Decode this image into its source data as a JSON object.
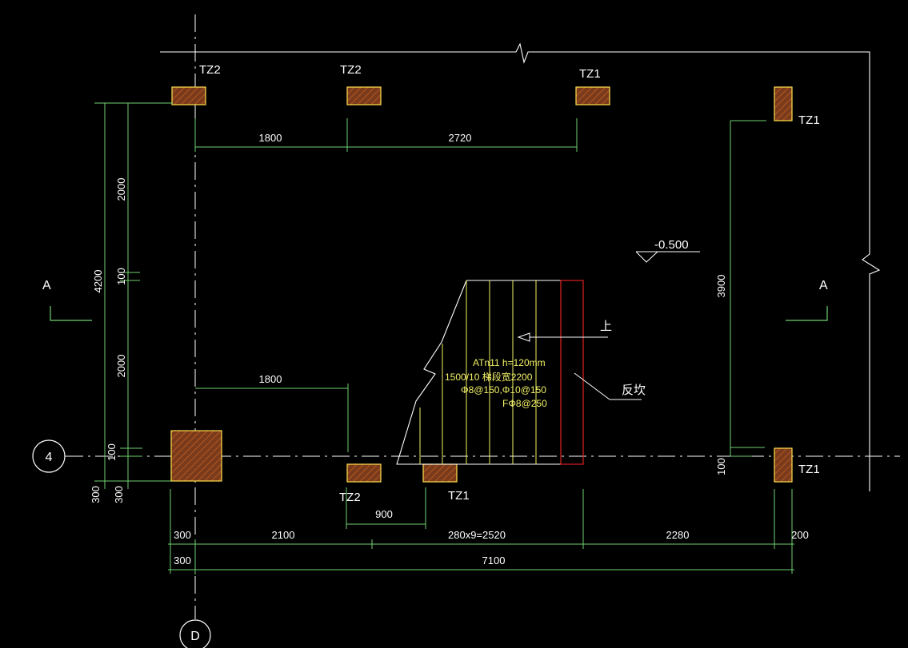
{
  "colors": {
    "background": "#000000",
    "dimension": "#6fcf6f",
    "outline": "#ffffff",
    "column_fill": "#7a3a1c",
    "column_border": "#ffe14d",
    "stair": "#f2f268",
    "stair_edge": "#e02020",
    "axis": "#ffffff"
  },
  "axes": {
    "row_4": "4",
    "col_D": "D"
  },
  "column_tags": {
    "top_left": "TZ2",
    "top_mid": "TZ2",
    "top_right": "TZ1",
    "far_right_top": "TZ1",
    "bottom_mid": "TZ2",
    "bottom_mid2": "TZ1",
    "far_right_bottom": "TZ1"
  },
  "section_marks": {
    "left": "A",
    "right": "A"
  },
  "elevation": "-0.500",
  "stair": {
    "up_arrow": "上",
    "note": "反坎",
    "spec_line1": "ATn11 h=120mm",
    "spec_line2": "1500/10 梯段宽2200",
    "spec_line3": "Φ8@150,Φ10@150",
    "spec_line4": "FΦ8@250"
  },
  "dimensions": {
    "top_1800": "1800",
    "top_2720": "2720",
    "mid_1800": "1800",
    "left_2000_upper": "2000",
    "left_100_mid": "100",
    "left_2000_lower": "2000",
    "left_100_bottom": "100",
    "left_4200": "4200",
    "left_300_a": "300",
    "left_300_b": "300",
    "right_3900": "3900",
    "right_100": "100",
    "bottom_900": "900",
    "bottom_300_a": "300",
    "bottom_2100": "2100",
    "bottom_stairs": "280x9=2520",
    "bottom_2280": "2280",
    "bottom_200": "200",
    "bottom_300_b": "300",
    "bottom_7100": "7100"
  }
}
